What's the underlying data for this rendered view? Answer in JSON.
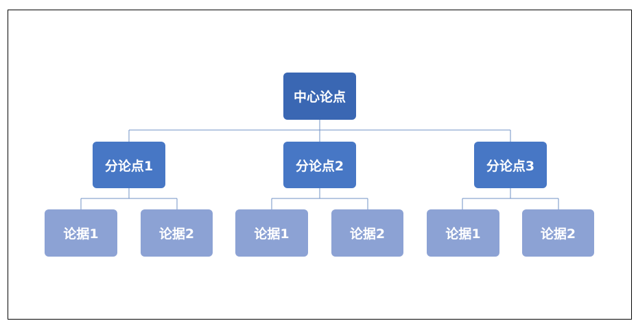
{
  "colors": {
    "root": "#3a67b3",
    "branch": "#4777c5",
    "leaf": "#8ca2d4",
    "connector": "#6f90c6",
    "text": "#ffffff"
  },
  "root": {
    "label": "中心论点"
  },
  "branches": [
    {
      "label": "分论点1",
      "children": [
        {
          "label": "论据1"
        },
        {
          "label": "论据2"
        }
      ]
    },
    {
      "label": "分论点2",
      "children": [
        {
          "label": "论据1"
        },
        {
          "label": "论据2"
        }
      ]
    },
    {
      "label": "分论点3",
      "children": [
        {
          "label": "论据1"
        },
        {
          "label": "论据2"
        }
      ]
    }
  ]
}
